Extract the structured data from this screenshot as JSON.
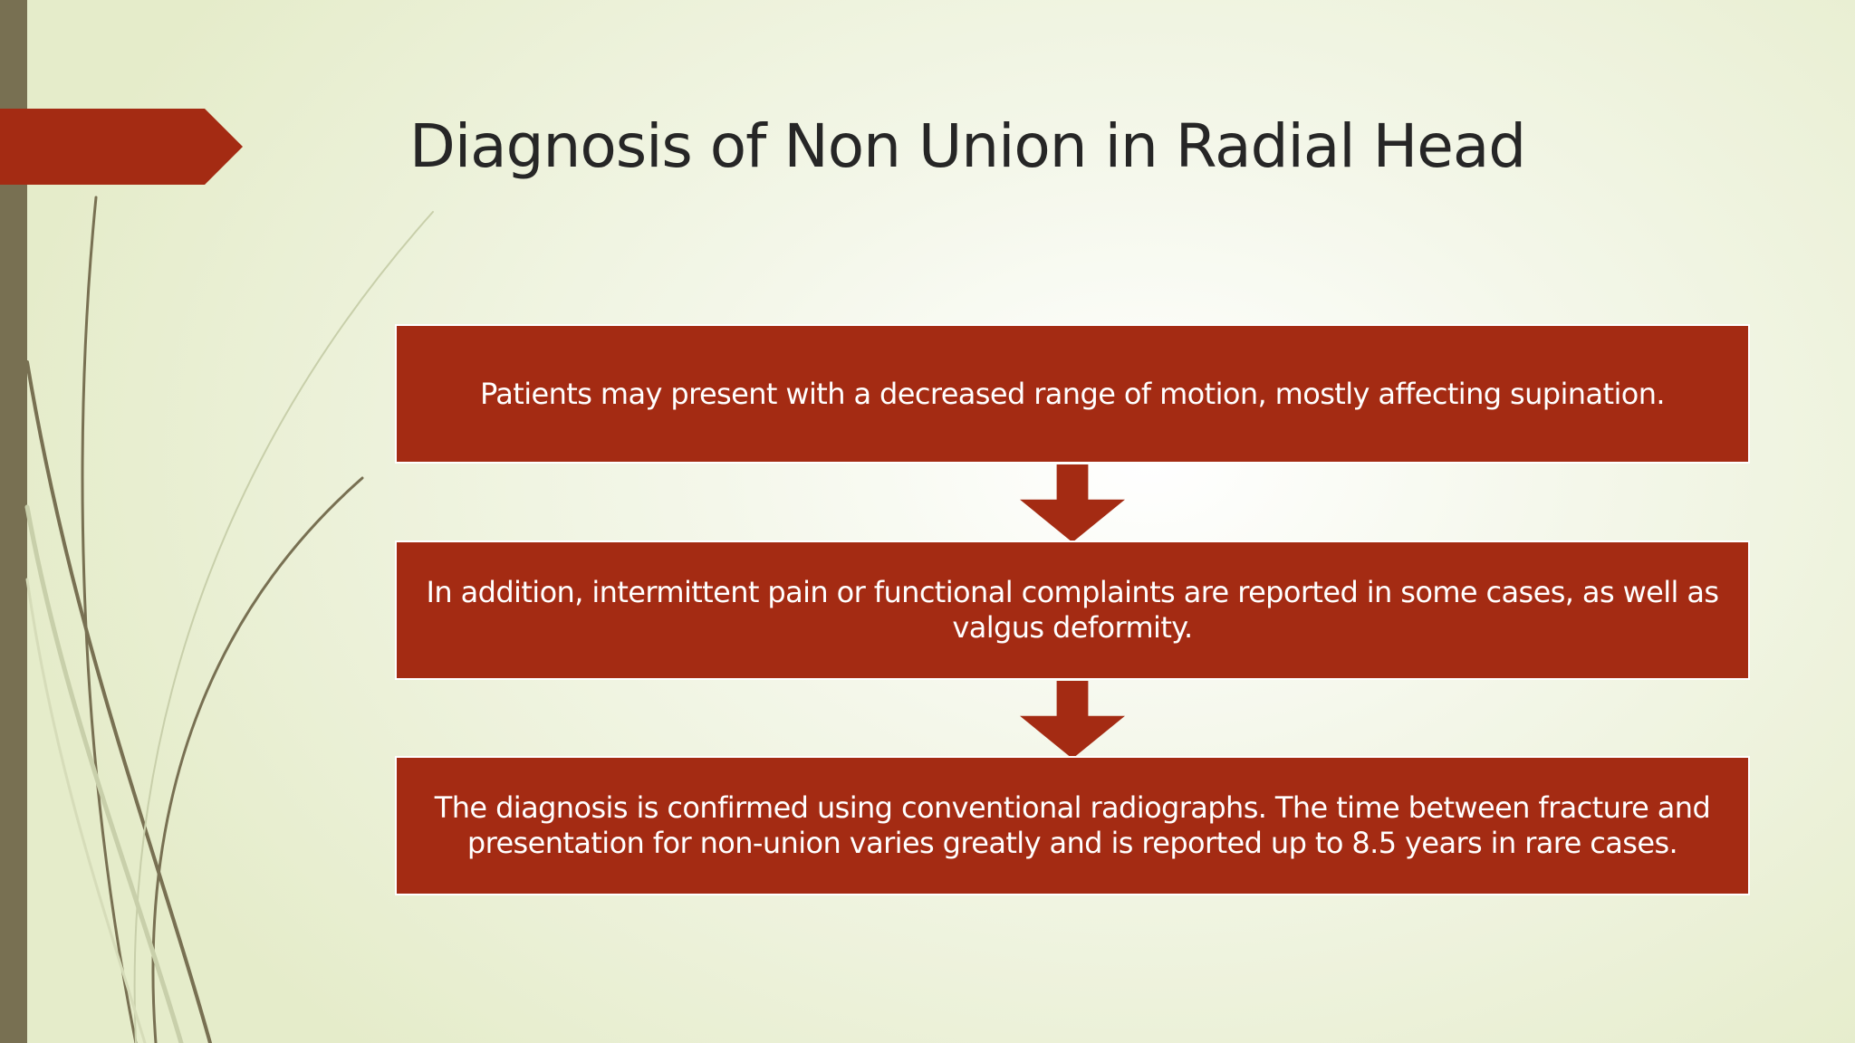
{
  "slide": {
    "title": "Diagnosis of Non Union in Radial Head"
  },
  "process": {
    "steps": [
      {
        "text": "Patients may present with a decreased range of motion, mostly affecting supination."
      },
      {
        "text": "In addition, intermittent pain or functional complaints are reported in some cases, as well as valgus deformity."
      },
      {
        "text": "The diagnosis is confirmed using conventional radiographs. The time between fracture and presentation for non-union varies greatly and is reported up to 8.5 years in rare cases."
      }
    ]
  },
  "theme": {
    "accent": "#a42b13",
    "sidebar": "#787052",
    "background": "#e5ecca",
    "title_text": "#262626",
    "box_text": "#ffffff"
  },
  "decorations": {
    "title_marker": "arrow-right-shape",
    "connectors": "arrow-down-shape",
    "background_art": "grass-stroke-lines"
  }
}
